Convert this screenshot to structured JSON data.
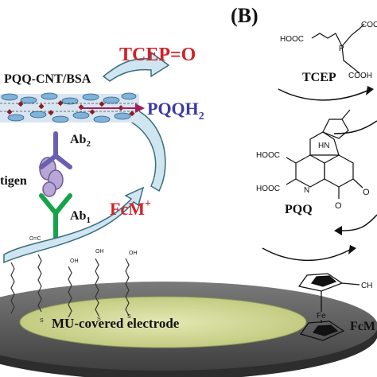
{
  "panel": {
    "label": "(B)"
  },
  "left": {
    "tcep_o": "TCEP=O",
    "pqq_cnt_bsa": "PQQ-CNT/BSA",
    "pqqh2_main": "PQQH",
    "pqqh2_sub": "2",
    "ab2_main": "Ab",
    "ab2_sub": "2",
    "antigen": "tigen",
    "ab1_main": "Ab",
    "ab1_sub": "1",
    "fcm_main": "FcM",
    "fcm_sup": "+",
    "electrode": "MU-covered electrode",
    "linker_label": "O=C",
    "oh_label": "OH",
    "s_label": "S"
  },
  "right": {
    "hooc": "HOOC",
    "cooh": "COOH",
    "p_atom": "P",
    "tcep": "TCEP",
    "pqq": "PQQ",
    "hn": "HN",
    "o": "O",
    "n": "N",
    "fe": "Fe",
    "ch2": "CH",
    "fcm": "FcM"
  },
  "colors": {
    "tcep_o": "#d2222a",
    "pqqh2": "#3b3aa8",
    "fcm": "#d2222a",
    "arrow_fill": "#cfe6f0",
    "arrow_stroke": "#3a6d80",
    "ab2": "#6a5fb0",
    "ab1": "#16a34a",
    "antigen": "#b7a6d6",
    "electrode_top": "#5f5f5f",
    "electrode_inner": "#cbd48a"
  }
}
